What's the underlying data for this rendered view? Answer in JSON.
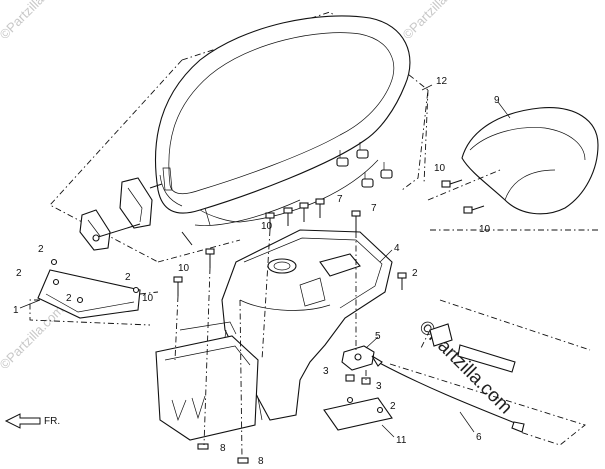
{
  "callouts": {
    "c1": "1",
    "c2a": "2",
    "c2b": "2",
    "c2c": "2",
    "c2d": "2",
    "c2e": "2",
    "c2f": "2",
    "c3a": "3",
    "c3b": "3",
    "c4": "4",
    "c5": "5",
    "c6": "6",
    "c7a": "7",
    "c7b": "7",
    "c8a": "8",
    "c8b": "8",
    "c9": "9",
    "c10a": "10",
    "c10b": "10",
    "c10c": "10",
    "c10d": "10",
    "c10e": "10",
    "c11": "11",
    "c12": "12"
  },
  "front_label": "FR.",
  "watermark": {
    "text": "©Partzilla.com",
    "text_strong": "©Partzilla.com"
  }
}
